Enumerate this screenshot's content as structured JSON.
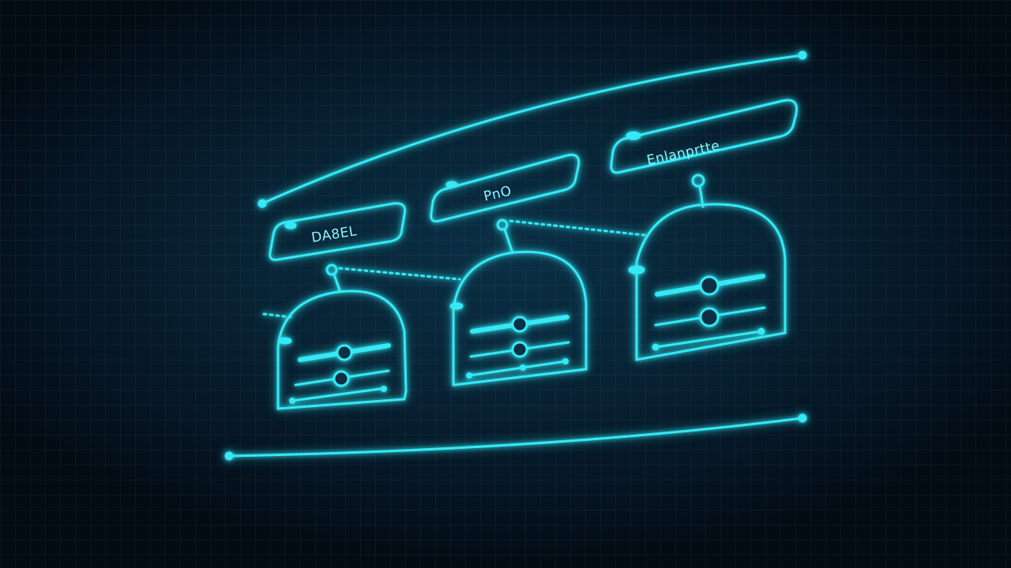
{
  "colors": {
    "background": "#061521",
    "line": "#35e8f4",
    "line_light": "#8ef6ff"
  },
  "tiers": [
    {
      "label": "DA8EL"
    },
    {
      "label": "PnO"
    },
    {
      "label": "Enlanprtte"
    }
  ]
}
